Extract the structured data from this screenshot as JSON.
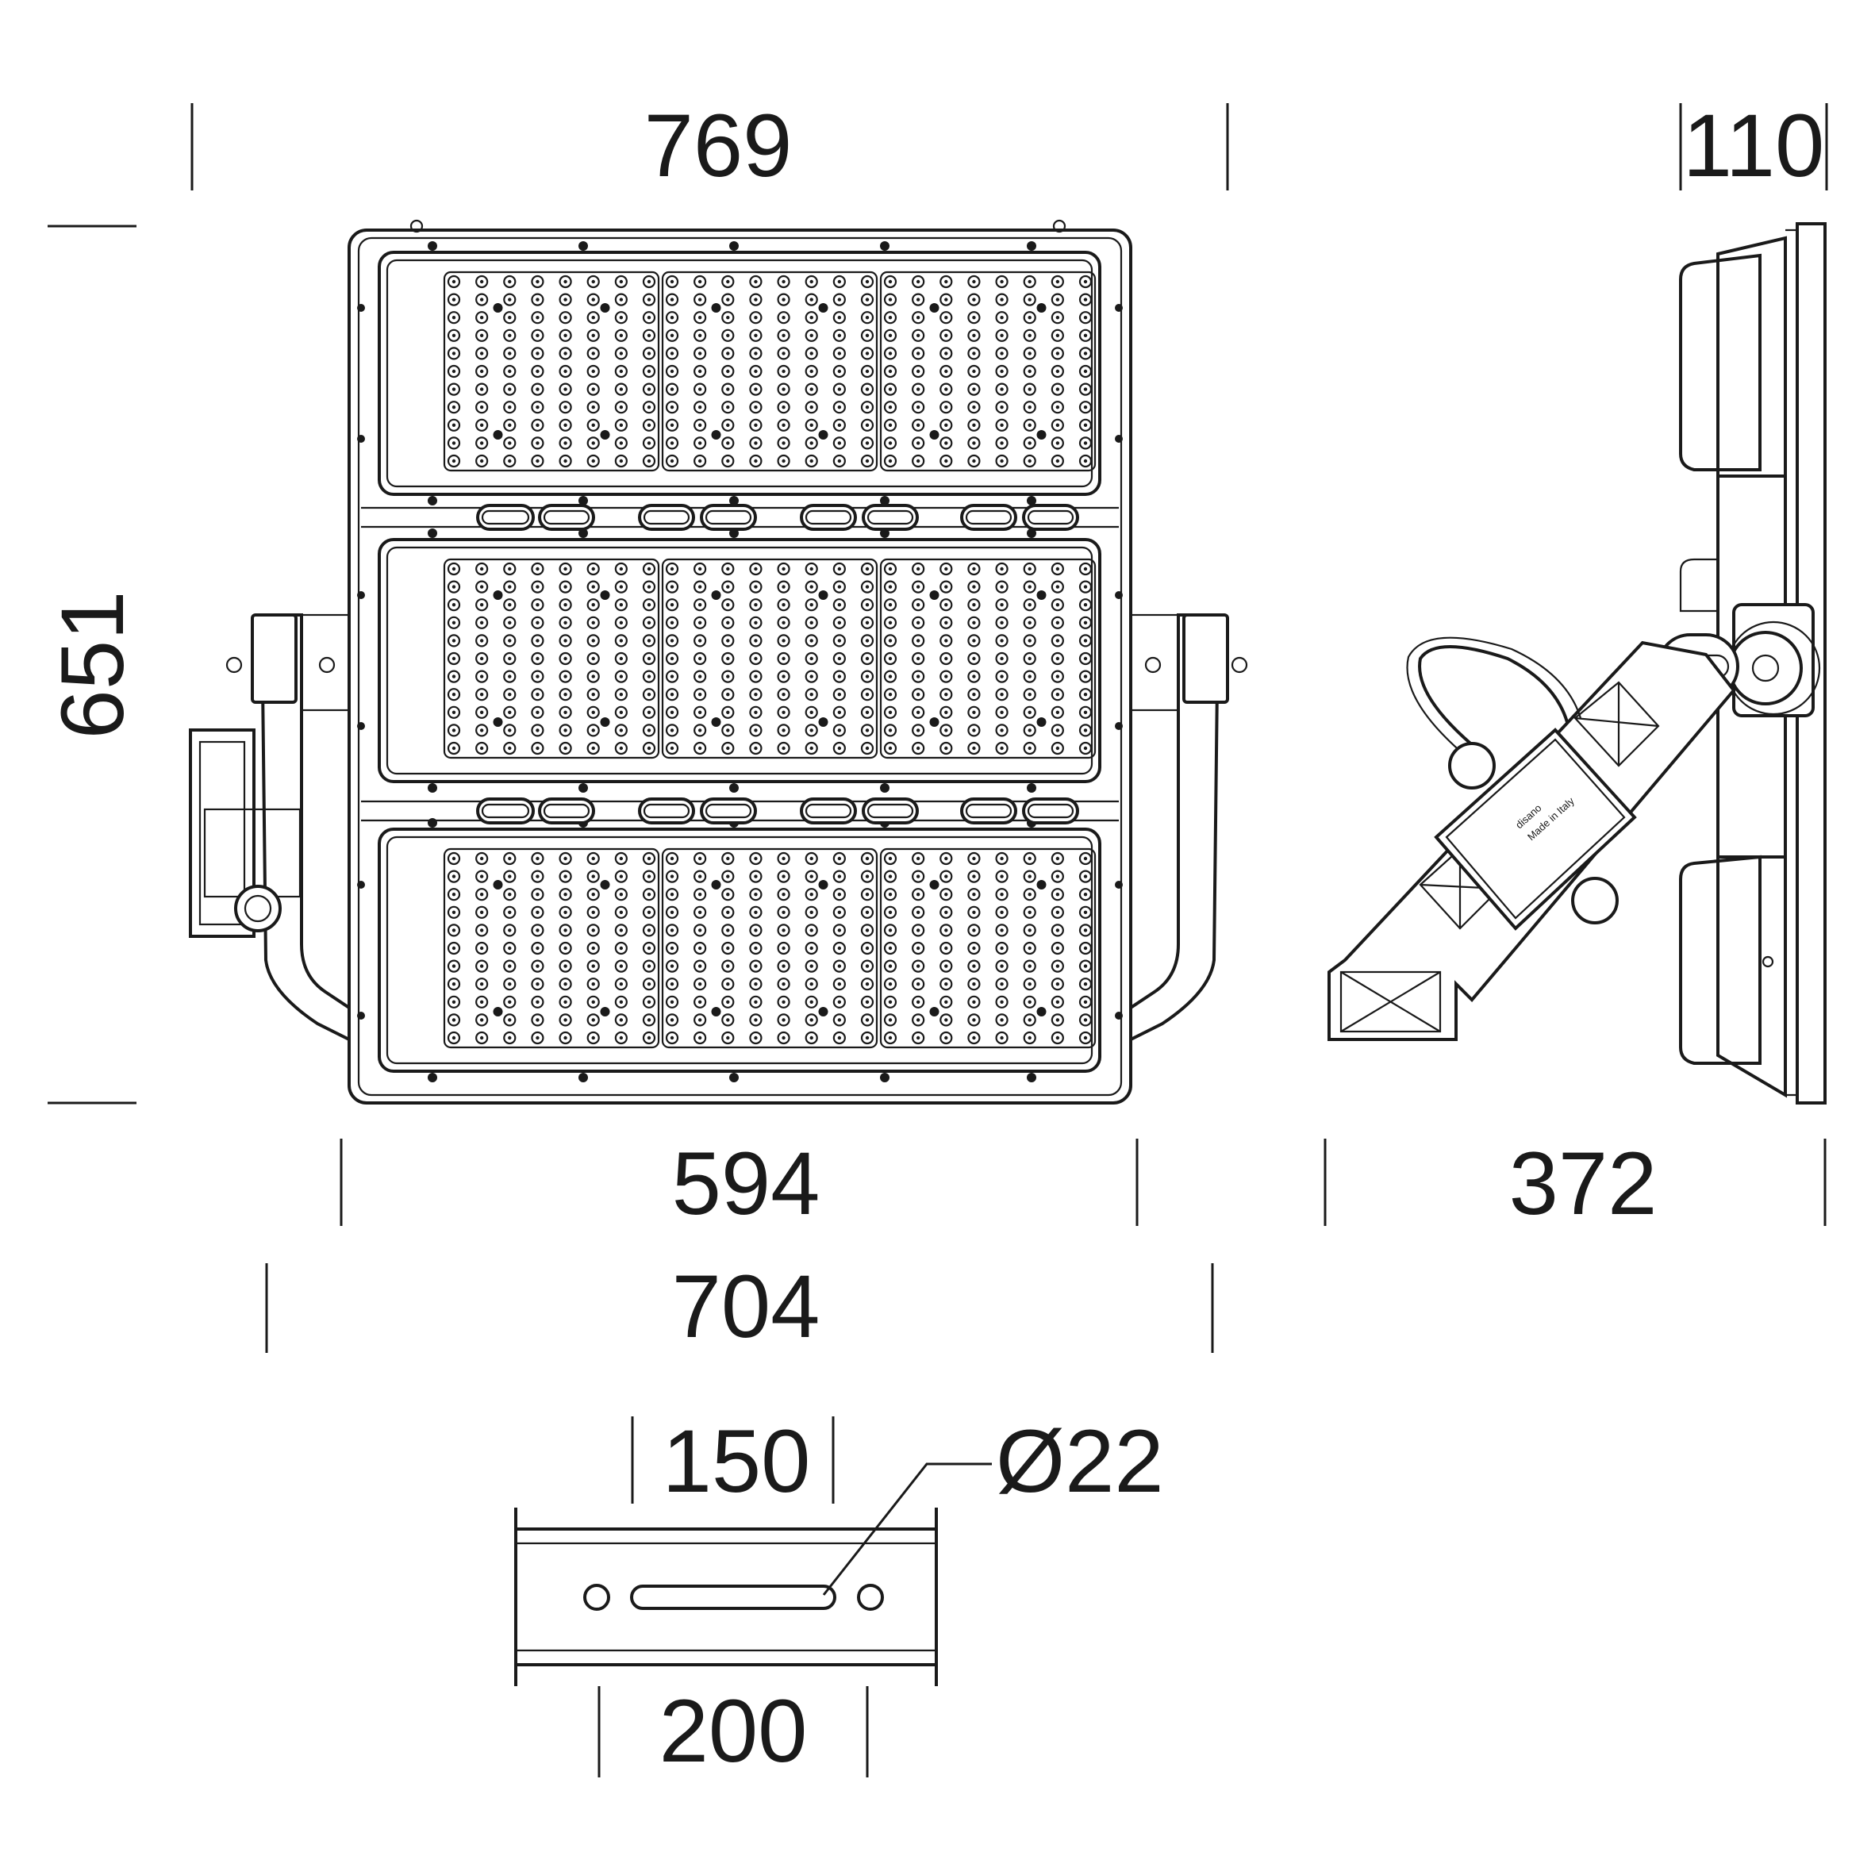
{
  "dimensions": {
    "overall_width": "769",
    "side_thickness": "110",
    "overall_height": "651",
    "body_width": "594",
    "bracket_span": "704",
    "side_depth": "372",
    "slot_length": "150",
    "hole_diameter": "Ø22",
    "bracket_width": "200"
  },
  "labels": {
    "brand": "disano",
    "made_in": "Made in Italy"
  }
}
